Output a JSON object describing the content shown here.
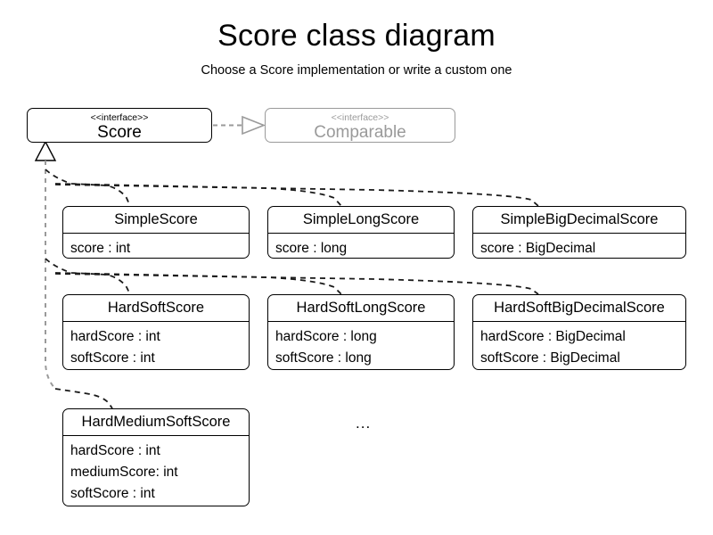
{
  "header": {
    "title": "Score class diagram",
    "subtitle": "Choose a Score implementation or write a custom one"
  },
  "colors": {
    "stroke": "#000000",
    "faded_stroke": "#9a9a9a",
    "connector_gray": "#9a9a9a",
    "connector_black": "#1a1a1a",
    "background": "#ffffff"
  },
  "interfaces": [
    {
      "id": "score",
      "stereotype": "<<interface>>",
      "name": "Score",
      "faded": false
    },
    {
      "id": "comparable",
      "stereotype": "<<interface>>",
      "name": "Comparable",
      "faded": true
    }
  ],
  "classes": [
    {
      "id": "simple-score",
      "name": "SimpleScore",
      "attributes": [
        "score : int"
      ]
    },
    {
      "id": "simple-long-score",
      "name": "SimpleLongScore",
      "attributes": [
        "score : long"
      ]
    },
    {
      "id": "simple-big-decimal-score",
      "name": "SimpleBigDecimalScore",
      "attributes": [
        "score : BigDecimal"
      ]
    },
    {
      "id": "hard-soft-score",
      "name": "HardSoftScore",
      "attributes": [
        "hardScore : int",
        "softScore : int"
      ]
    },
    {
      "id": "hard-soft-long-score",
      "name": "HardSoftLongScore",
      "attributes": [
        "hardScore : long",
        "softScore : long"
      ]
    },
    {
      "id": "hard-soft-big-decimal-score",
      "name": "HardSoftBigDecimalScore",
      "attributes": [
        "hardScore : BigDecimal",
        "softScore : BigDecimal"
      ]
    },
    {
      "id": "hard-medium-soft-score",
      "name": "HardMediumSoftScore",
      "attributes": [
        "hardScore : int",
        "mediumScore: int",
        "softScore : int"
      ]
    }
  ],
  "relations": {
    "realization": {
      "from": "Score",
      "to": "Comparable",
      "style": "dashed",
      "arrowhead": "hollow-triangle"
    },
    "generalization": {
      "parent": "Score",
      "arrowhead": "hollow-triangle",
      "style": "dashed",
      "children": [
        "SimpleScore",
        "SimpleLongScore",
        "SimpleBigDecimalScore",
        "HardSoftScore",
        "HardSoftLongScore",
        "HardSoftBigDecimalScore",
        "HardMediumSoftScore"
      ]
    }
  },
  "ellipsis": "..."
}
